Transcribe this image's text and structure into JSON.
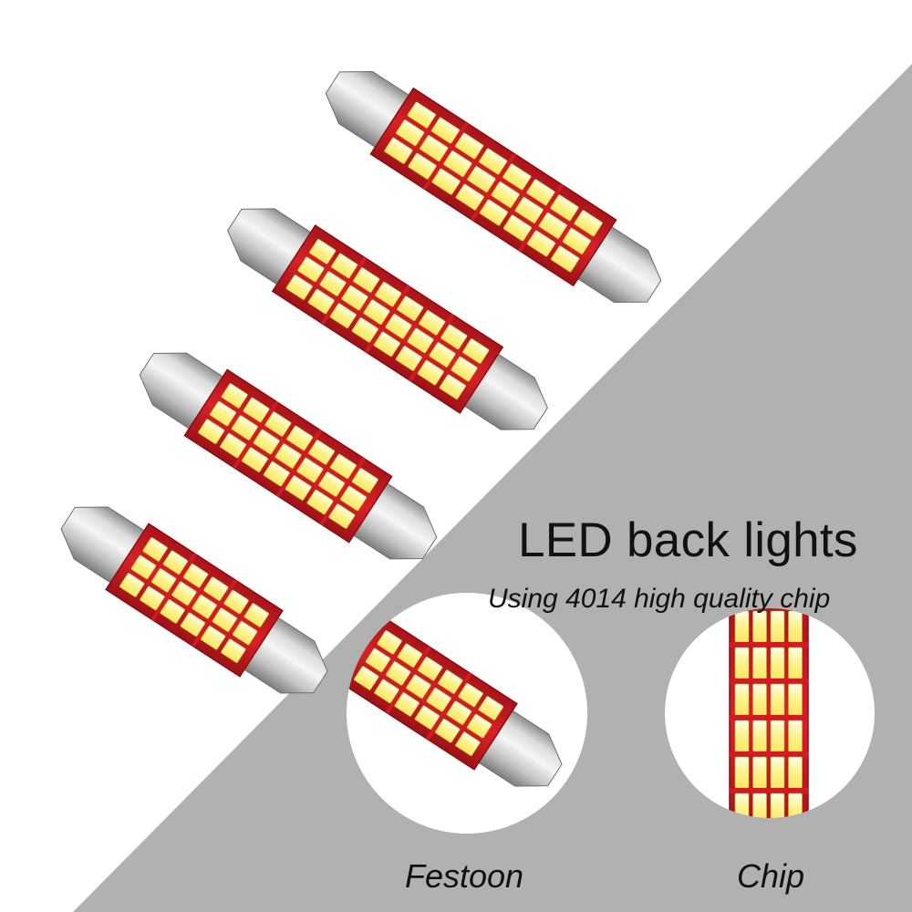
{
  "headline": "LED back lights",
  "subline": "Using 4014 high quality chip",
  "insets": [
    {
      "label": "Festoon"
    },
    {
      "label": "Chip"
    }
  ],
  "colors": {
    "background": "#ffffff",
    "panel": "#b1b1b1",
    "pcb": "#d01c20",
    "pcb_edge": "#8a0d12",
    "led": "#fdf59c",
    "led_hot": "#fffcd8",
    "metal_light": "#f2f2f2",
    "metal_mid": "#c4c4c4",
    "metal_dark": "#8e8e8e",
    "text": "#111111"
  }
}
